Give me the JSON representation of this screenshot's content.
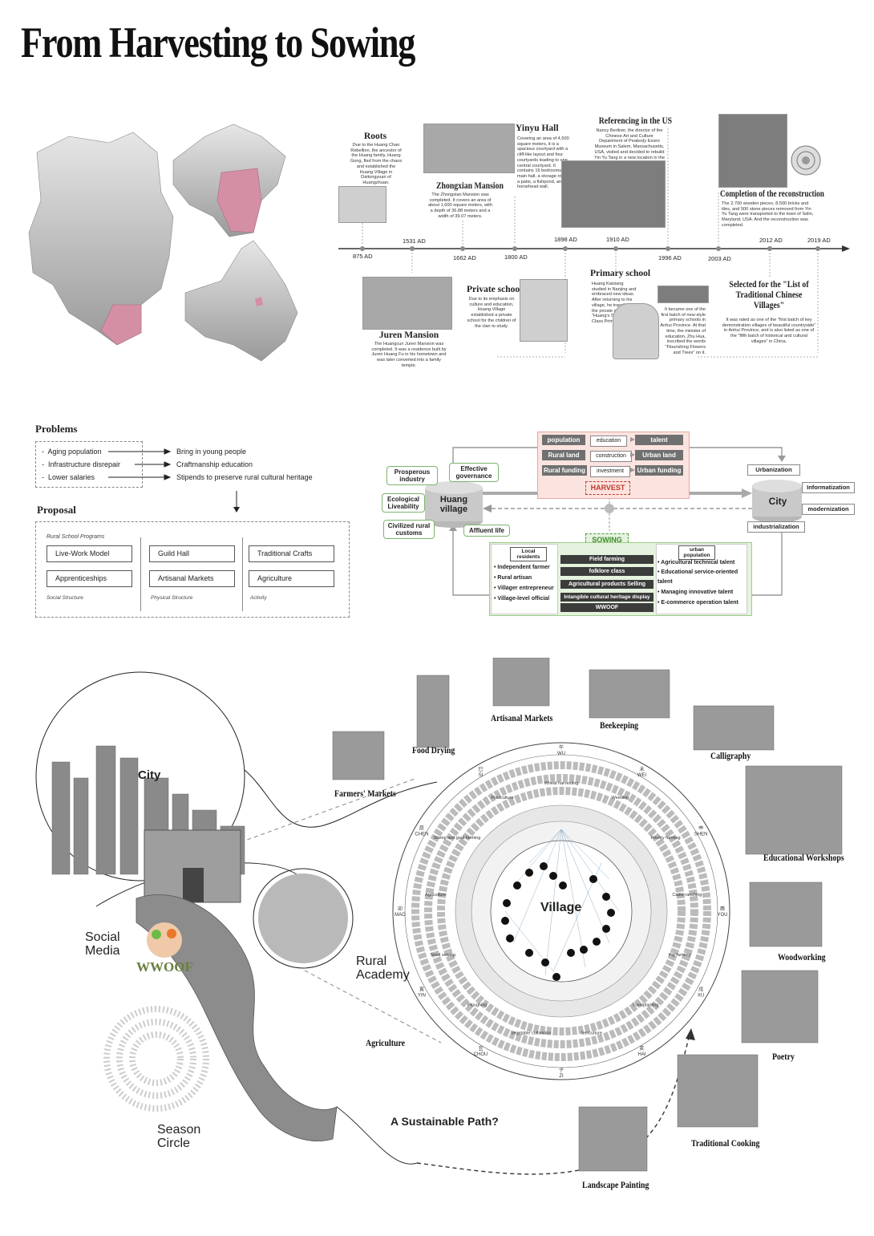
{
  "title": "From Harvesting to Sowing",
  "timeline": {
    "years": [
      "875 AD",
      "1531 AD",
      "1662 AD",
      "1800 AD",
      "1898 AD",
      "1910 AD",
      "1996 AD",
      "2003 AD",
      "2012 AD",
      "2019 AD"
    ],
    "events": {
      "roots": {
        "title": "Roots",
        "text": "Due to the Huang Chao Rebellion, the ancestor of the Huang family, Huang Gong, fled from the chaos and established the Huang Village in Daitongyuan of Huangzhuan."
      },
      "zhongxian": {
        "title": "Zhongxian Mansion",
        "text": "The Zhongxian Mansion was completed. It covers an area of about 1,600 square meters, with a depth of 36.88 meters and a width of 39.07 meters."
      },
      "yinyu": {
        "title": "Yinyu Hall",
        "text": "Covering an area of 4,500 square meters, it is a spacious courtyard with a cliff-like layout and four courtyards leading to one central courtyard. It contains 16 bedrooms, a main hall, a storage room, a patio, a fishpond, and a horsehead wall."
      },
      "referencing": {
        "title": "Referencing in the US",
        "text": "Nancy Berliner, the director of the Chinese Art and Culture Department of Peabody Essex Museum in Salem, Massachusetts, USA, visited and decided to rebuild Yin Yu Tang in a new location in the United States."
      },
      "completion": {
        "title": "Completion of the reconstruction",
        "text": "The 2,700 wooden pieces, 8,500 bricks and tiles, and 500 stone pieces removed from Yin Yu Tang were transported to the town of Selin, Maryland, USA. And the reconstruction was completed."
      },
      "juren": {
        "title": "Juren Mansion",
        "text": "The Huangcun Juren Mansion was completed. It was a residence built by Juren Huang Fu in his hometown and was later converted into a family temple."
      },
      "private": {
        "title": "Private school",
        "text": "Due to its emphasis on culture and education, Huang Village established a private school for the children of the clan to study."
      },
      "primary": {
        "title": "Primary school",
        "text": "Huang Kaixiang studied in Nanjing and embraced new ideas. After returning to his village, he transformed the private school into \"Huang's Second-Class Primary School\".",
        "text2": "It became one of the first batch of new-style primary schools in Anhui Province. At that time, the minister of education, Zhu Hua, inscribed the words \"Flourishing Flowers and Trees\" on it."
      },
      "selected": {
        "title": "Selected for the \"List of Traditional Chinese Villages\"",
        "text": "It was rated as one of the \"first batch of key demonstration villages of beautiful countryside\" in Anhui Province, and is also listed as one of the \"fifth batch of historical and cultural villages\" in China."
      }
    }
  },
  "problems": {
    "heading": "Problems",
    "items": [
      {
        "problem": "Aging population",
        "solution": "Bring in young people"
      },
      {
        "problem": "Infrastructure disrepair",
        "solution": "Craftmanship education"
      },
      {
        "problem": "Lower salaries",
        "solution": "Stipends to preserve rural cultural heritage"
      }
    ]
  },
  "proposal": {
    "heading": "Proposal",
    "subtitle": "Rural School Programs",
    "columns": [
      {
        "label": "Social Structure",
        "items": [
          "Live-Work Model",
          "Apprenticeships"
        ]
      },
      {
        "label": "Physical Structure",
        "items": [
          "Guild Hall",
          "Artisanal Markets"
        ]
      },
      {
        "label": "Activity",
        "items": [
          "Traditional Crafts",
          "Agriculture"
        ]
      }
    ]
  },
  "flow": {
    "village": "Huang village",
    "city": "City",
    "harvest": "HARVEST",
    "sowing": "SOWING",
    "rows": [
      {
        "from": "population",
        "via": "education",
        "to": "talent"
      },
      {
        "from": "Rural land",
        "via": "construction",
        "to": "Urban land"
      },
      {
        "from": "Rural funding",
        "via": "investment",
        "to": "Urban funding"
      }
    ],
    "village_goals": [
      "Prosperous industry",
      "Effective governance",
      "Ecological Liveability",
      "Civilized rural customs",
      "Affluent life"
    ],
    "city_goals": [
      "Urbanization",
      "Informatization",
      "modernization",
      "industrialization"
    ],
    "local_residents": {
      "heading": "Local residents",
      "items": [
        "Independent farmer",
        "Rural artisan",
        "Villager entrepreneur",
        "Village-level official"
      ]
    },
    "programs": [
      "Field farming",
      "folklore class",
      "Agricultural products Selling",
      "Intangible cultural heritage display",
      "WWOOF"
    ],
    "urban_population": {
      "heading": "urban population",
      "items": [
        "Agricultural technical talent",
        "Educational service-oriented talent",
        "Managing innovative talent",
        "E-commerce operation talent"
      ]
    }
  },
  "bottom": {
    "city": "City",
    "social_media": "Social Media",
    "wwoof": "WWOOF",
    "rural_academy": "Rural Academy",
    "season_circle": "Season Circle",
    "agriculture": "Agriculture",
    "sustainable": "A Sustainable Path?",
    "village": "Village",
    "activities": [
      "Food Drying",
      "Artisanal Markets",
      "Beekeeping",
      "Farmers' Markets",
      "Calligraphy",
      "Educational Workshops",
      "Woodworking",
      "Poetry",
      "Traditional Cooking",
      "Landscape Painting"
    ],
    "branches": [
      {
        "cn": "午",
        "py": "WU"
      },
      {
        "cn": "未",
        "py": "WEI"
      },
      {
        "cn": "申",
        "py": "SHEN"
      },
      {
        "cn": "酉",
        "py": "YOU"
      },
      {
        "cn": "戌",
        "py": "XU"
      },
      {
        "cn": "亥",
        "py": "HAI"
      },
      {
        "cn": "子",
        "py": "ZI"
      },
      {
        "cn": "丑",
        "py": "CHOU"
      },
      {
        "cn": "寅",
        "py": "YIN"
      },
      {
        "cn": "卯",
        "py": "MAO"
      },
      {
        "cn": "辰",
        "py": "CHEN"
      },
      {
        "cn": "巳",
        "py": "SI"
      }
    ],
    "ring_labels": [
      "Wheat harvesting",
      "Weeding",
      "Poultry farming",
      "Cattle ranching",
      "Pig farming",
      "Transplanting",
      "Sericulture",
      "Vegetable cultivation",
      "Ploughing",
      "Seed sowing",
      "Agriculture",
      "Sheep and goat farming",
      "Pisciculture"
    ]
  }
}
